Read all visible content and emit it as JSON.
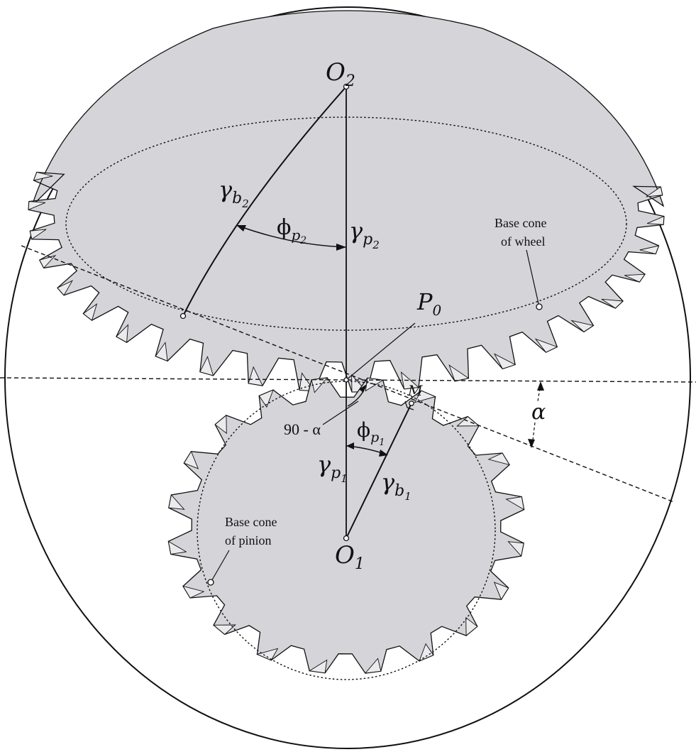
{
  "labels": {
    "o2": {
      "main": "O",
      "sub": "2"
    },
    "o1": {
      "main": "O",
      "sub": "1"
    },
    "p0": {
      "main": "P",
      "sub": "0"
    },
    "m": "M",
    "gamma_b2": {
      "main": "γ",
      "sub": "b",
      "subsub": "2"
    },
    "gamma_p2": {
      "main": "γ",
      "sub": "p",
      "subsub": "2"
    },
    "phi_p2": {
      "main": "ϕ",
      "sub": "p",
      "subsub": "2"
    },
    "gamma_p1": {
      "main": "γ",
      "sub": "p",
      "subsub": "1"
    },
    "gamma_b1": {
      "main": "γ",
      "sub": "b",
      "subsub": "1"
    },
    "phi_p1": {
      "main": "ϕ",
      "sub": "p",
      "subsub": "1"
    },
    "angle_90_alpha": "90 - α",
    "alpha": "α",
    "base_cone_wheel": [
      "Base cone",
      "of wheel"
    ],
    "base_cone_pinion": [
      "Base cone",
      "of pinion"
    ]
  },
  "gears": {
    "wheel": {
      "teeth": 38
    },
    "pinion": {
      "teeth": 20
    }
  },
  "colors": {
    "gear_fill": "#d5d4d8",
    "tooth_flank": "#ebebee",
    "line": "#111111",
    "background": "#ffffff"
  }
}
